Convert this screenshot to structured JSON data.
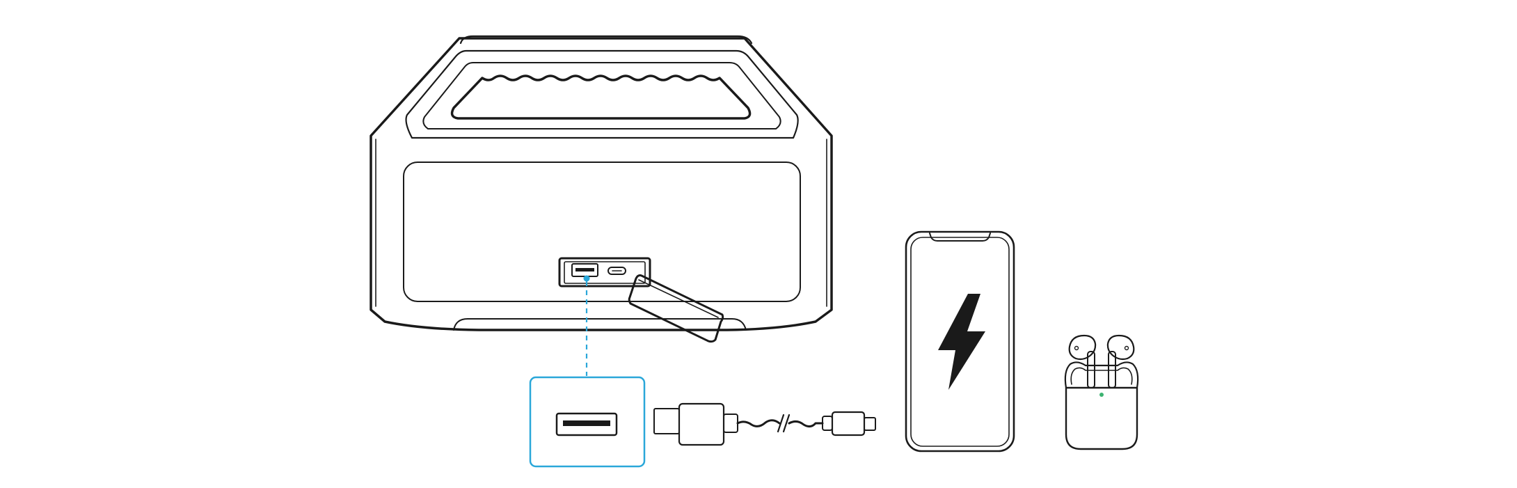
{
  "figure": {
    "colors": {
      "line": "#1a1a1a",
      "accent": "#2aa7d9",
      "indicator": "#3cb371",
      "background": "#ffffff"
    },
    "components": [
      {
        "name": "speaker",
        "icon": "speaker-icon"
      },
      {
        "name": "usb-a-port",
        "icon": "usb-port-icon"
      },
      {
        "name": "usb-c-port",
        "icon": "usb-c-port-icon"
      },
      {
        "name": "port-cover",
        "icon": "rubber-flap-icon"
      },
      {
        "name": "port-zoom-callout",
        "icon": "usb-port-icon"
      },
      {
        "name": "charging-cable",
        "icon": "usb-cable-icon"
      },
      {
        "name": "smartphone",
        "icon": "smartphone-icon"
      },
      {
        "name": "charging-symbol",
        "icon": "lightning-bolt-icon"
      },
      {
        "name": "earbuds-case",
        "icon": "earbuds-icon"
      }
    ]
  }
}
